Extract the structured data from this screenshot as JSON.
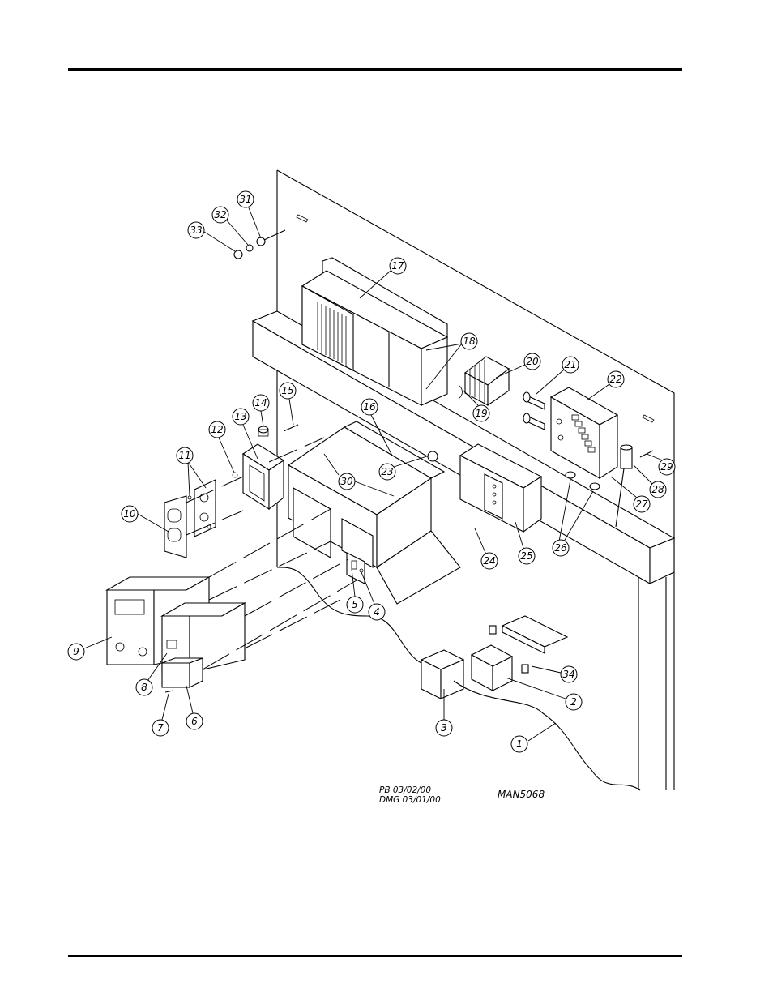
{
  "drawing": {
    "revision_note_1": "PB 03/02/00",
    "revision_note_2": "DMG 03/01/00",
    "drawing_number": "MAN5068"
  },
  "callouts": [
    "1",
    "2",
    "3",
    "4",
    "5",
    "6",
    "7",
    "8",
    "9",
    "10",
    "11",
    "12",
    "13",
    "14",
    "15",
    "16",
    "17",
    "18",
    "19",
    "20",
    "21",
    "22",
    "23",
    "24",
    "25",
    "26",
    "27",
    "28",
    "29",
    "30",
    "31",
    "32",
    "33",
    "34"
  ]
}
